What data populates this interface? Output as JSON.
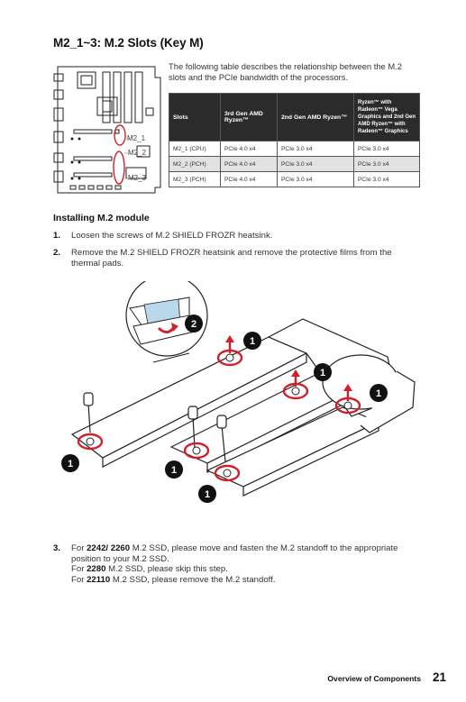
{
  "title": "M2_1~3: M.2 Slots (Key M)",
  "intro": "The following table describes the relationship between the M.2 slots and the PCIe bandwidth of the processors.",
  "board_labels": {
    "m2_1": "M2_1",
    "m2_2": "M2_2",
    "m2_3": "M2_3"
  },
  "table": {
    "headers": [
      "Slots",
      "3rd Gen AMD Ryzen™",
      "2nd Gen AMD Ryzen™",
      "Ryzen™ with Radeon™ Vega Graphics and 2nd Gen AMD Ryzen™ with Radeon™ Graphics"
    ],
    "rows": [
      [
        "M2_1 (CPU)",
        "PCIe 4.0 x4",
        "PCIe 3.0 x4",
        "PCIe 3.0 x4"
      ],
      [
        "M2_2 (PCH)",
        "PCIe 4.0 x4",
        "PCIe 3.0 x4",
        "PCIe 3.0 x4"
      ],
      [
        "M2_3 (PCH)",
        "PCIe 4.0 x4",
        "PCIe 3.0 x4",
        "PCIe 3.0 x4"
      ]
    ]
  },
  "section_heading": "Installing M.2 module",
  "steps": [
    {
      "num": "1.",
      "text": "Loosen the screws of M.2 SHIELD FROZR heatsink."
    },
    {
      "num": "2.",
      "text": "Remove the M.2 SHIELD FROZR heatsink and remove the protective films from the thermal pads."
    },
    {
      "num": "3.",
      "line1_pre": "For ",
      "line1_bold": "2242/ 2260",
      "line1_post": " M.2 SSD, please move and fasten the M.2 standoff to the appropriate position to your M.2 SSD.",
      "line2_pre": "For ",
      "line2_bold": "2280",
      "line2_post": " M.2 SSD, please skip this step.",
      "line3_pre": "For ",
      "line3_bold": "22110",
      "line3_post": " M.2 SSD, please remove the M.2 standoff."
    }
  ],
  "diagram_callouts": [
    "1",
    "1",
    "1",
    "1",
    "1",
    "1",
    "2"
  ],
  "footer": {
    "label": "Overview of Components",
    "page": "21"
  },
  "colors": {
    "accent_red": "#d0202a",
    "callout_black": "#111111",
    "table_header": "#2b2b2b",
    "shade_row": "#e2e2e2"
  }
}
